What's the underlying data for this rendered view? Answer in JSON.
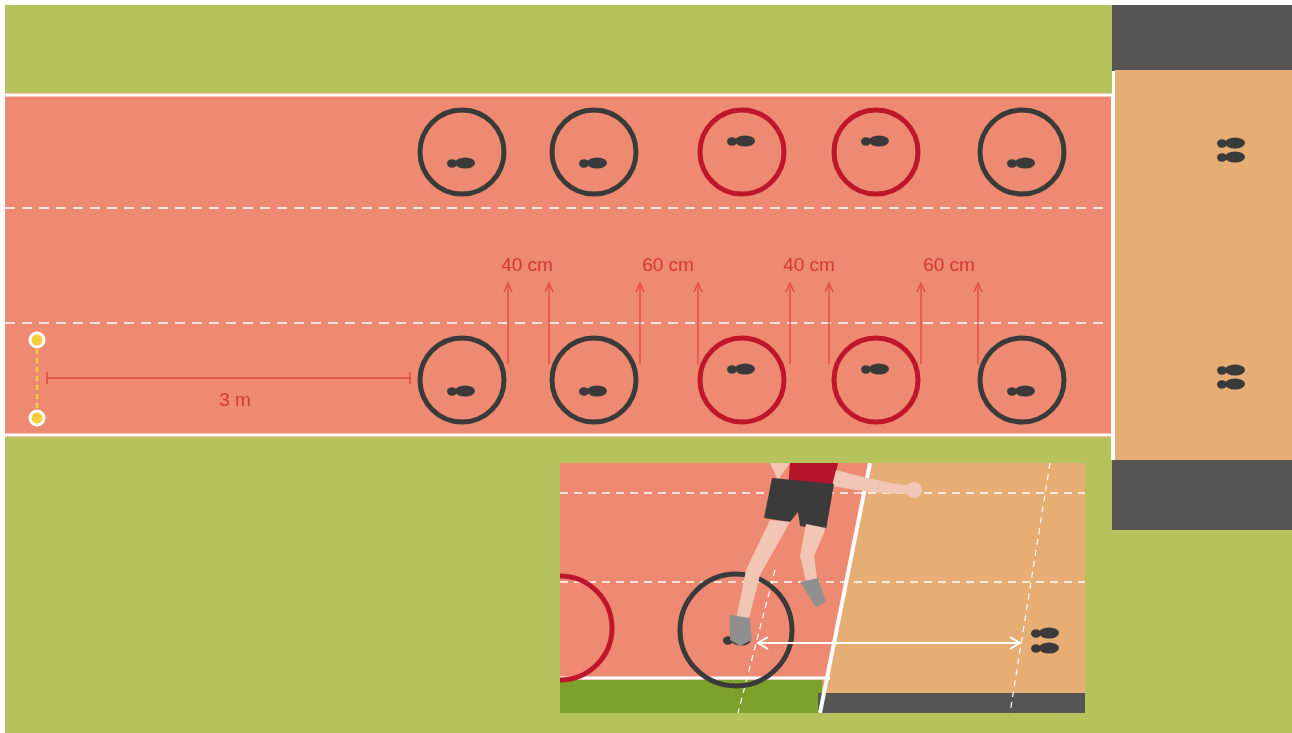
{
  "diagram": {
    "labels": [
      "40 cm",
      "60 cm",
      "40 cm",
      "60 cm",
      "3 m"
    ]
  }
}
